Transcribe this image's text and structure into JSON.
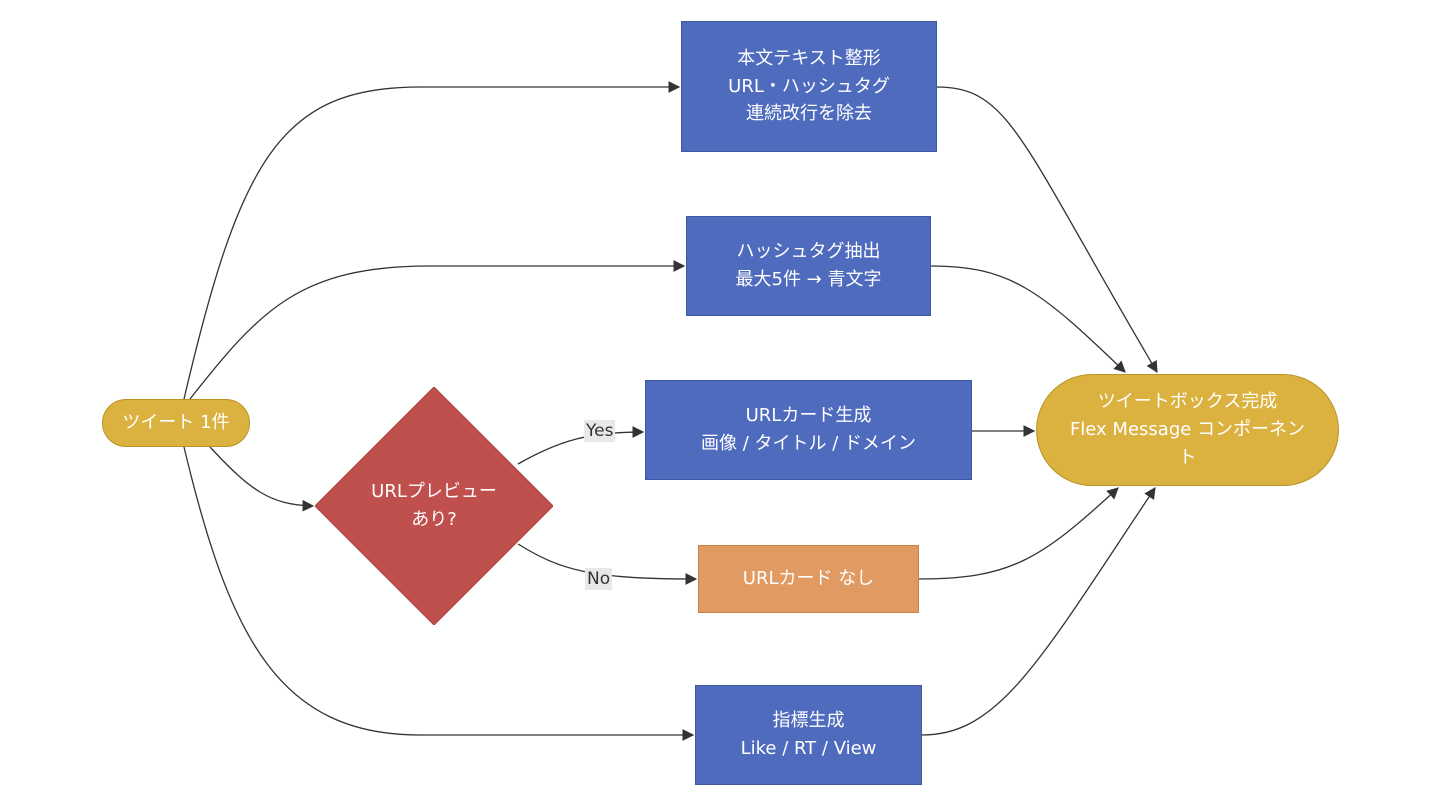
{
  "nodes": {
    "tweet": "ツイート 1件",
    "text_format": "本文テキスト整形\nURL・ハッシュタグ\n連続改行を除去",
    "hashtag": "ハッシュタグ抽出\n最大5件 → 青文字",
    "decision": "URLプレビュー\nあり?",
    "url_card": "URLカード生成\n画像 / タイトル / ドメイン",
    "no_card": "URLカード なし",
    "metrics": "指標生成\nLike / RT / View",
    "complete": "ツイートボックス完成\nFlex Message コンポーネン\nト"
  },
  "edge_labels": {
    "yes": "Yes",
    "no": "No"
  },
  "colors": {
    "process": "#4f6bbd",
    "decision": "#c0504d",
    "no_card": "#e09a62",
    "terminal": "#dbb240",
    "edge": "#333333"
  }
}
